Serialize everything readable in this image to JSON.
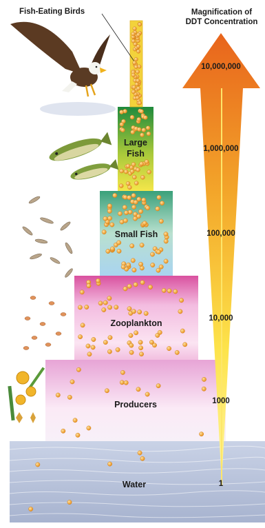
{
  "header": {
    "birds_label": "Fish-Eating Birds",
    "magnification_title_line1": "Magnification of",
    "magnification_title_line2": "DDT Concentration"
  },
  "tiers": {
    "water": "Water",
    "producers": "Producers",
    "zooplankton": "Zooplankton",
    "small_fish": "Small Fish",
    "large_fish_line1": "Large",
    "large_fish_line2": "Fish"
  },
  "magnifications": [
    "10,000,000",
    "1,000,000",
    "100,000",
    "10,000",
    "1000",
    "1"
  ],
  "colors": {
    "dot": "#f0a22a",
    "arrow_top": "#e8641c",
    "arrow_bottom": "#fff27a",
    "producers": "#e7a4d6",
    "zooplankton": "#e070b8",
    "small_fish_top": "#3aa07a",
    "small_fish_bottom": "#a9d4f0",
    "large_fish_top": "#1f8a3c",
    "large_fish_bottom": "#f4e64a",
    "bird_column": "#f3d23b",
    "water": "#b9c5dc"
  }
}
